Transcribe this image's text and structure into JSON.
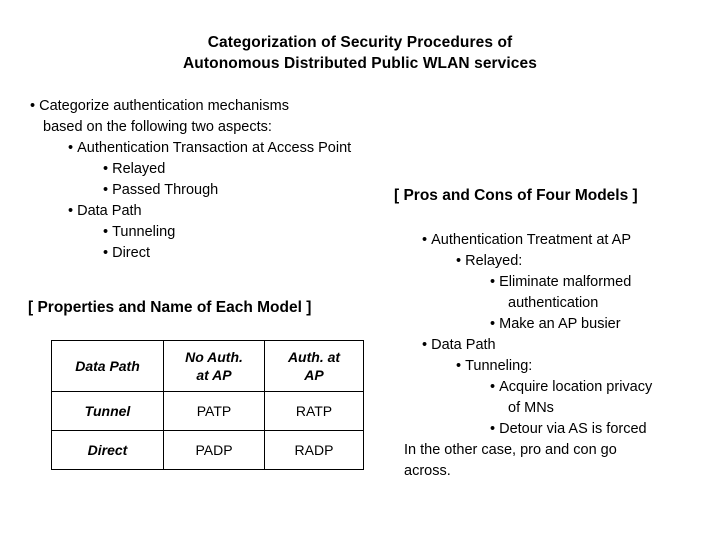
{
  "slide": {
    "title_lines": [
      "Categorization of Security Procedures of",
      "Autonomous Distributed Public WLAN services"
    ]
  },
  "left_column": {
    "lines": [
      {
        "text": "Categorize authentication mechanisms",
        "level": 1,
        "bullet": true
      },
      {
        "text": "based on the following two aspects:",
        "level": 1,
        "bullet": false,
        "indent_extra": 13
      },
      {
        "text": "Authentication Transaction at Access Point",
        "level": 2,
        "bullet": true
      },
      {
        "text": "Relayed",
        "level": 3,
        "bullet": true
      },
      {
        "text": "Passed Through",
        "level": 3,
        "bullet": true
      },
      {
        "text": "Data Path",
        "level": 2,
        "bullet": true
      },
      {
        "text": "Tunneling",
        "level": 3,
        "bullet": true
      },
      {
        "text": "Direct",
        "level": 3,
        "bullet": true
      }
    ]
  },
  "properties_heading": "[ Properties and Name of Each Model ]",
  "pros_cons_heading": "[ Pros and Cons of Four Models ]",
  "table": {
    "headers": [
      "Data Path",
      "No Auth. at AP",
      "Auth. at AP"
    ],
    "header_display": [
      [
        "Data Path"
      ],
      [
        "No Auth.",
        "at AP"
      ],
      [
        "Auth. at",
        "AP"
      ]
    ],
    "rows": [
      {
        "label": "Tunnel",
        "cells": [
          "PATP",
          "RATP"
        ]
      },
      {
        "label": "Direct",
        "cells": [
          "PADP",
          "RADP"
        ]
      }
    ]
  },
  "right_column": {
    "lines": [
      {
        "text": "Authentication Treatment at AP",
        "level": 1,
        "bullet": true
      },
      {
        "text": "Relayed:",
        "level": 2,
        "bullet": true
      },
      {
        "text": "Eliminate malformed",
        "level": 3,
        "bullet": true
      },
      {
        "text": "authentication",
        "level": 3,
        "bullet": false,
        "continuation": true
      },
      {
        "text": "Make an AP busier",
        "level": 3,
        "bullet": true
      },
      {
        "text": "Data Path",
        "level": 1,
        "bullet": true
      },
      {
        "text": "Tunneling:",
        "level": 2,
        "bullet": true
      },
      {
        "text": "Acquire location privacy",
        "level": 3,
        "bullet": true
      },
      {
        "text": "of MNs",
        "level": 3,
        "bullet": false,
        "continuation": true
      },
      {
        "text": "Detour via AS is forced",
        "level": 3,
        "bullet": true
      },
      {
        "text": "In the other case, pro and con go",
        "level": 0,
        "bullet": false
      },
      {
        "text": "across.",
        "level": 0,
        "bullet": false
      }
    ]
  },
  "colors": {
    "background": "#ffffff",
    "text": "#000000",
    "table_border": "#000000"
  }
}
